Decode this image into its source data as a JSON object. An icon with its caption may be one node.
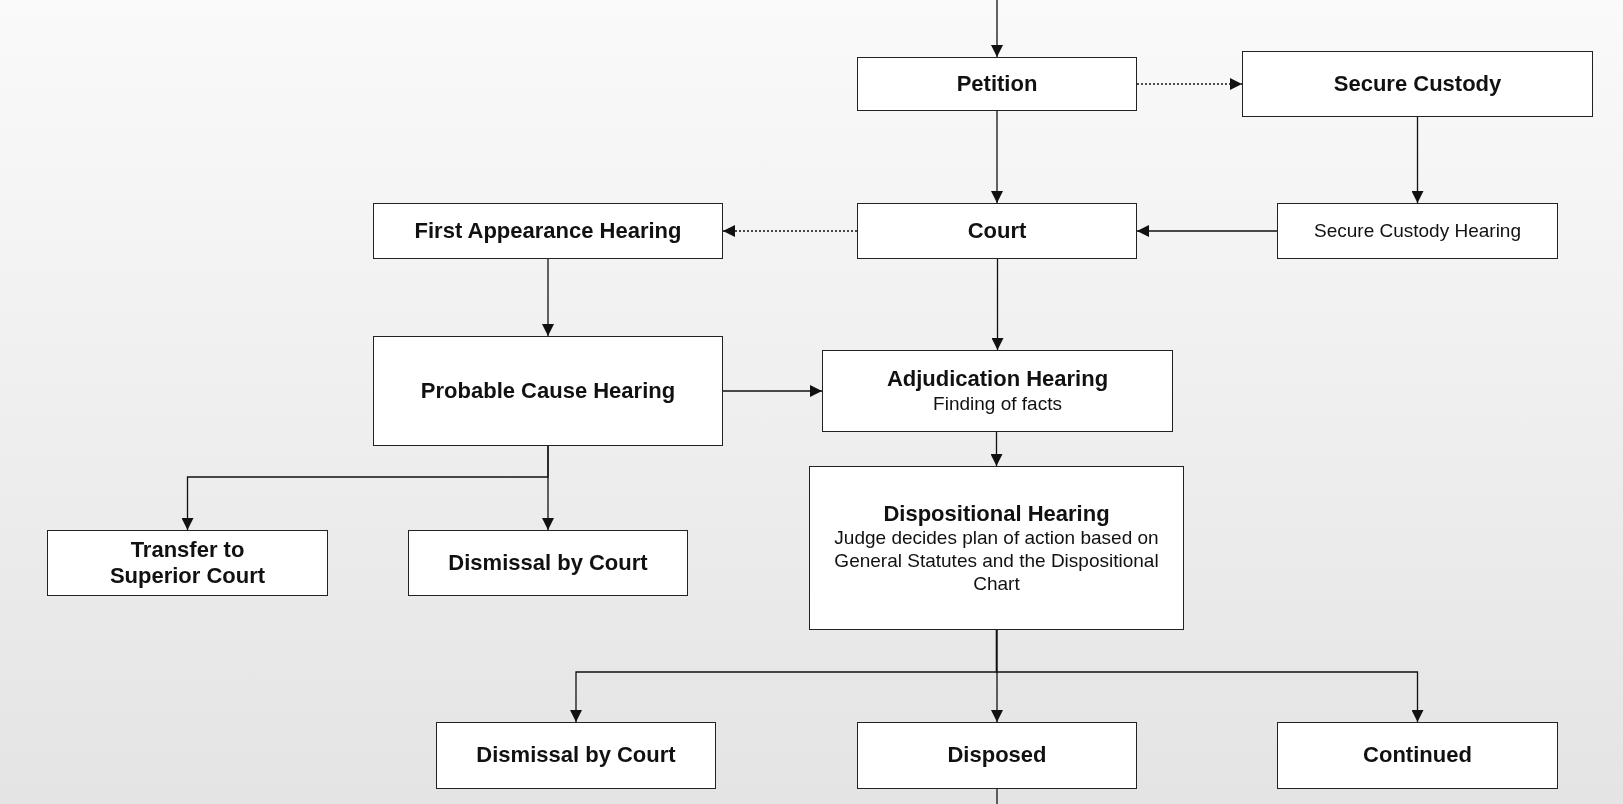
{
  "diagram": {
    "nodes": [
      {
        "text": [
          "Petition"
        ]
      },
      {
        "text": [
          "Secure Custody"
        ]
      },
      {
        "text": [
          "First Appearance Hearing"
        ]
      },
      {
        "text": [
          "Court"
        ]
      },
      {
        "text": [
          "Secure Custody Hearing"
        ]
      },
      {
        "text": [
          "Probable Cause Hearing"
        ]
      },
      {
        "text": [
          "Adjudication Hearing",
          "Finding of facts"
        ]
      },
      {
        "text": [
          "Dispositional Hearing",
          "Judge decides plan of action based on General Statutes and the Dispositional Chart"
        ]
      },
      {
        "text": [
          "Transfer to Superior Court"
        ]
      },
      {
        "text": [
          "Dismissal by Court"
        ]
      },
      {
        "text": [
          "Dismissal by Court"
        ]
      },
      {
        "text": [
          "Disposed"
        ]
      },
      {
        "text": [
          "Continued"
        ]
      }
    ],
    "edges": [
      {
        "from": null,
        "to": 0,
        "arrow": "to"
      },
      {
        "from": 0,
        "to": 1,
        "arrow": "to",
        "style": "dashed"
      },
      {
        "from": 0,
        "to": 3,
        "arrow": "to"
      },
      {
        "from": 1,
        "to": 4,
        "arrow": "to"
      },
      {
        "from": 4,
        "to": 3,
        "arrow": "to"
      },
      {
        "from": 3,
        "to": 2,
        "arrow": "to",
        "style": "dashed"
      },
      {
        "from": 2,
        "to": 5,
        "arrow": "to"
      },
      {
        "from": 3,
        "to": 6,
        "arrow": "to"
      },
      {
        "from": 5,
        "to": 6,
        "arrow": "to"
      },
      {
        "from": 5,
        "to": 8,
        "arrow": "to"
      },
      {
        "from": 5,
        "to": 9,
        "arrow": "to"
      },
      {
        "from": 6,
        "to": 7,
        "arrow": "to"
      },
      {
        "from": 7,
        "to": 10,
        "arrow": "to"
      },
      {
        "from": 7,
        "to": 11,
        "arrow": "to"
      },
      {
        "from": 7,
        "to": 12,
        "arrow": "to"
      },
      {
        "from": 11,
        "to": null,
        "arrow": "none"
      }
    ]
  }
}
